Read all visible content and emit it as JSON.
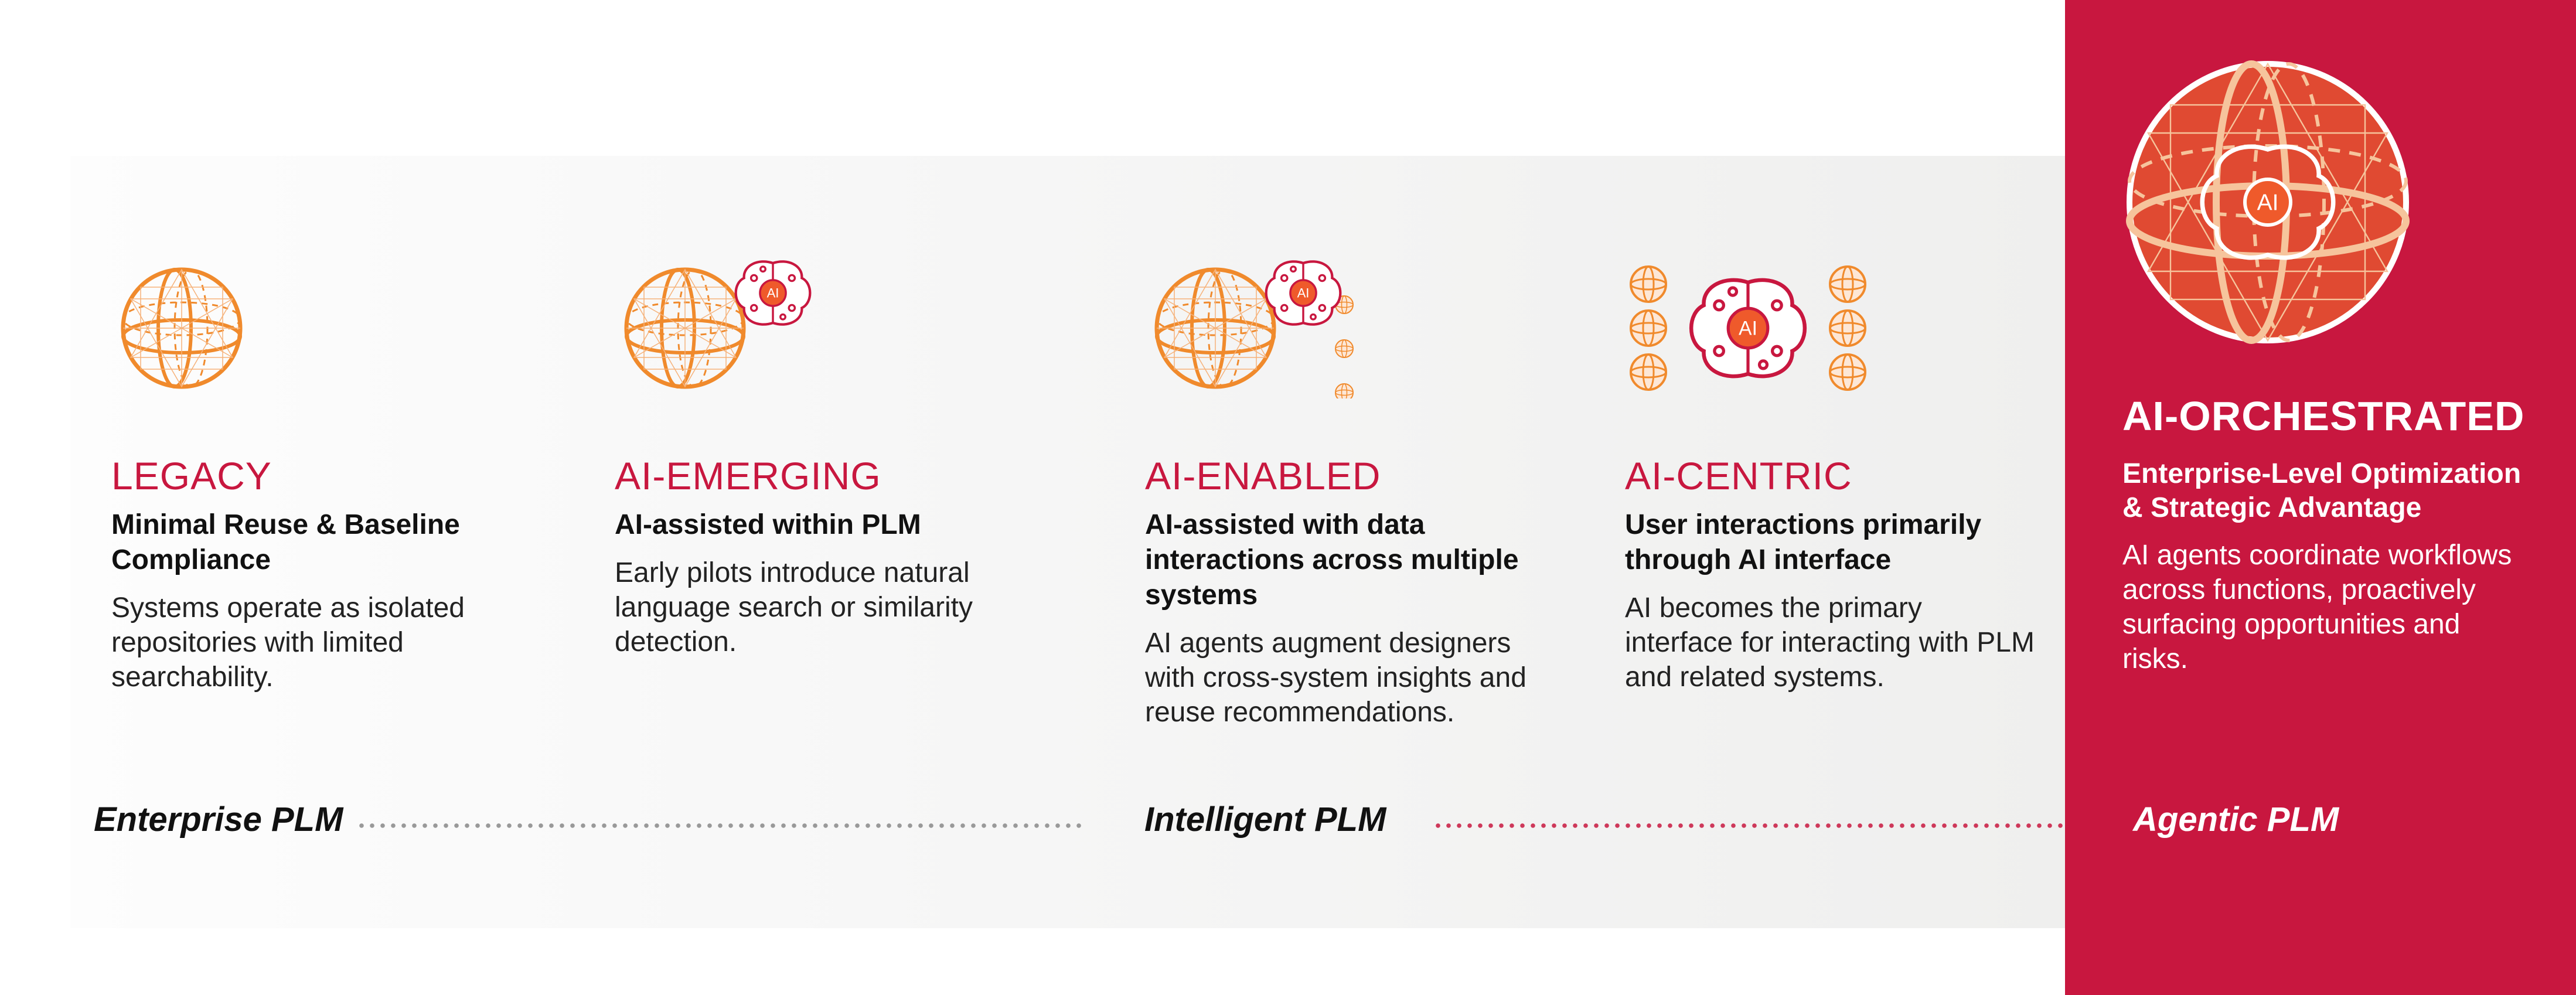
{
  "stages": [
    {
      "title": "LEGACY",
      "heading": "Minimal Reuse & Baseline Compliance",
      "body": "Systems operate as isolated repositories with limited searchability.",
      "icon": "globe-icon"
    },
    {
      "title": "AI-EMERGING",
      "heading": "AI-assisted within PLM",
      "body": "Early pilots introduce natural language search or similarity detection.",
      "icon": "globe-with-ai-brain-icon"
    },
    {
      "title": "AI-ENABLED",
      "heading": "AI-assisted with data interactions across multiple systems",
      "body": "AI agents augment designers with cross-system insights and reuse recommendations.",
      "icon": "globe-ai-brain-multi-system-icon"
    },
    {
      "title": "AI-CENTRIC",
      "heading": "User interactions primarily through AI interface",
      "body": "AI becomes the primary interface for interacting with PLM and related systems.",
      "icon": "ai-brain-hub-icon"
    },
    {
      "title": "AI-ORCHESTRATED",
      "heading": "Enterprise-Level Optimization & Strategic Advantage",
      "body": "AI agents coordinate workflows across functions, proactively surfacing opportunities and risks.",
      "icon": "ai-brain-in-globe-icon"
    }
  ],
  "icon_badge": "AI",
  "eras": [
    "Enterprise PLM",
    "Intelligent PLM",
    "Agentic PLM"
  ],
  "colors": {
    "accent": "#c8173f",
    "orange": "#f08a2c"
  }
}
